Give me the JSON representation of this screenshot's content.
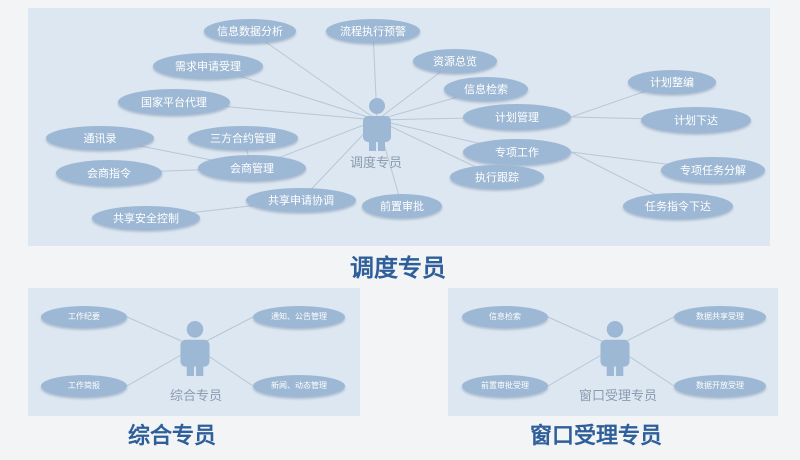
{
  "main": {
    "center_label": "调度专员",
    "caption": "调度专员",
    "nodes": [
      "信息数据分析",
      "流程执行预警",
      "需求申请受理",
      "资源总览",
      "国家平台代理",
      "信息检索",
      "计划整编",
      "计划管理",
      "计划下达",
      "通讯录",
      "三方合约管理",
      "专项工作",
      "会商指令",
      "会商管理",
      "专项任务分解",
      "执行跟踪",
      "共享申请协调",
      "前置审批",
      "任务指令下达",
      "共享安全控制"
    ]
  },
  "left": {
    "center_label": "综合专员",
    "caption": "综合专员",
    "nodes": [
      "工作纪要",
      "通知、公告管理",
      "工作简报",
      "新闻、动态管理"
    ]
  },
  "right": {
    "center_label": "窗口受理专员",
    "caption": "窗口受理专员",
    "nodes": [
      "信息检索",
      "数据共享受理",
      "前置审批受理",
      "数据开放受理"
    ]
  },
  "colors": {
    "panel": "#dde7f1",
    "node": "#9db8d4",
    "line": "#b8c6d6",
    "person": "#9db8d4",
    "caption": "#2f5f9a"
  }
}
